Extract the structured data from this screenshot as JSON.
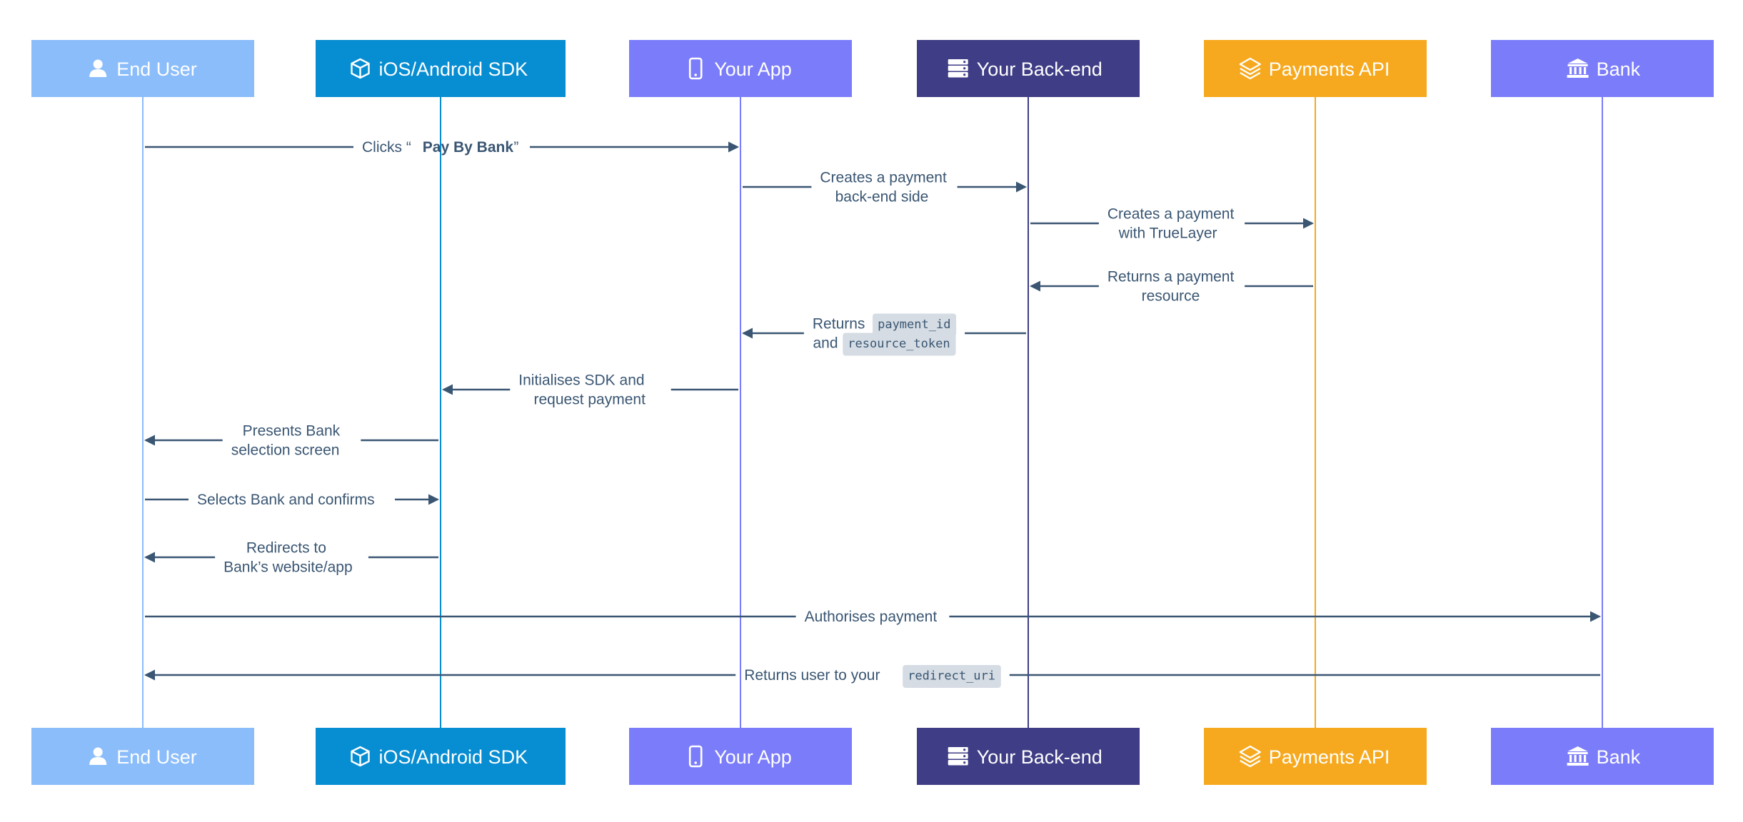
{
  "participants": [
    {
      "id": "end-user",
      "label": "End User",
      "icon": "user-icon",
      "color": "#8bbdfb"
    },
    {
      "id": "sdk",
      "label": "iOS/Android SDK",
      "icon": "cube-icon",
      "color": "#078dd1"
    },
    {
      "id": "app",
      "label": "Your App",
      "icon": "phone-icon",
      "color": "#7b7cf9"
    },
    {
      "id": "backend",
      "label": "Your Back-end",
      "icon": "server-icon",
      "color": "#3f3d85"
    },
    {
      "id": "api",
      "label": "Payments API",
      "icon": "layers-icon",
      "color": "#f6a91e"
    },
    {
      "id": "bank",
      "label": "Bank",
      "icon": "bank-icon",
      "color": "#7b7cf9"
    }
  ],
  "messages": [
    {
      "from": "end-user",
      "to": "app",
      "parts": [
        {
          "t": "Clicks “"
        },
        {
          "t": "Pay By Bank",
          "bold": true
        },
        {
          "t": "”"
        }
      ]
    },
    {
      "from": "app",
      "to": "backend",
      "lines": [
        "Creates a payment",
        "back-end side"
      ]
    },
    {
      "from": "backend",
      "to": "api",
      "lines": [
        "Creates a payment",
        "with TrueLayer"
      ]
    },
    {
      "from": "api",
      "to": "backend",
      "lines": [
        "Returns a payment",
        "resource"
      ]
    },
    {
      "from": "backend",
      "to": "app",
      "rich_lines": [
        [
          {
            "t": "Returns"
          },
          {
            "t": "payment_id",
            "code": true
          }
        ],
        [
          {
            "t": "and"
          },
          {
            "t": "resource_token",
            "code": true
          }
        ]
      ]
    },
    {
      "from": "app",
      "to": "sdk",
      "lines": [
        "Initialises SDK and",
        "request payment"
      ]
    },
    {
      "from": "sdk",
      "to": "end-user",
      "lines": [
        "Presents Bank",
        "selection screen"
      ]
    },
    {
      "from": "end-user",
      "to": "sdk",
      "lines": [
        "Selects Bank and confirms"
      ]
    },
    {
      "from": "sdk",
      "to": "end-user",
      "lines": [
        "Redirects to",
        "Bank’s website/app"
      ]
    },
    {
      "from": "end-user",
      "to": "bank",
      "lines": [
        "Authorises payment"
      ]
    },
    {
      "from": "bank",
      "to": "end-user",
      "rich_lines": [
        [
          {
            "t": "Returns user to your"
          },
          {
            "t": "redirect_uri",
            "code": true
          }
        ]
      ]
    }
  ]
}
